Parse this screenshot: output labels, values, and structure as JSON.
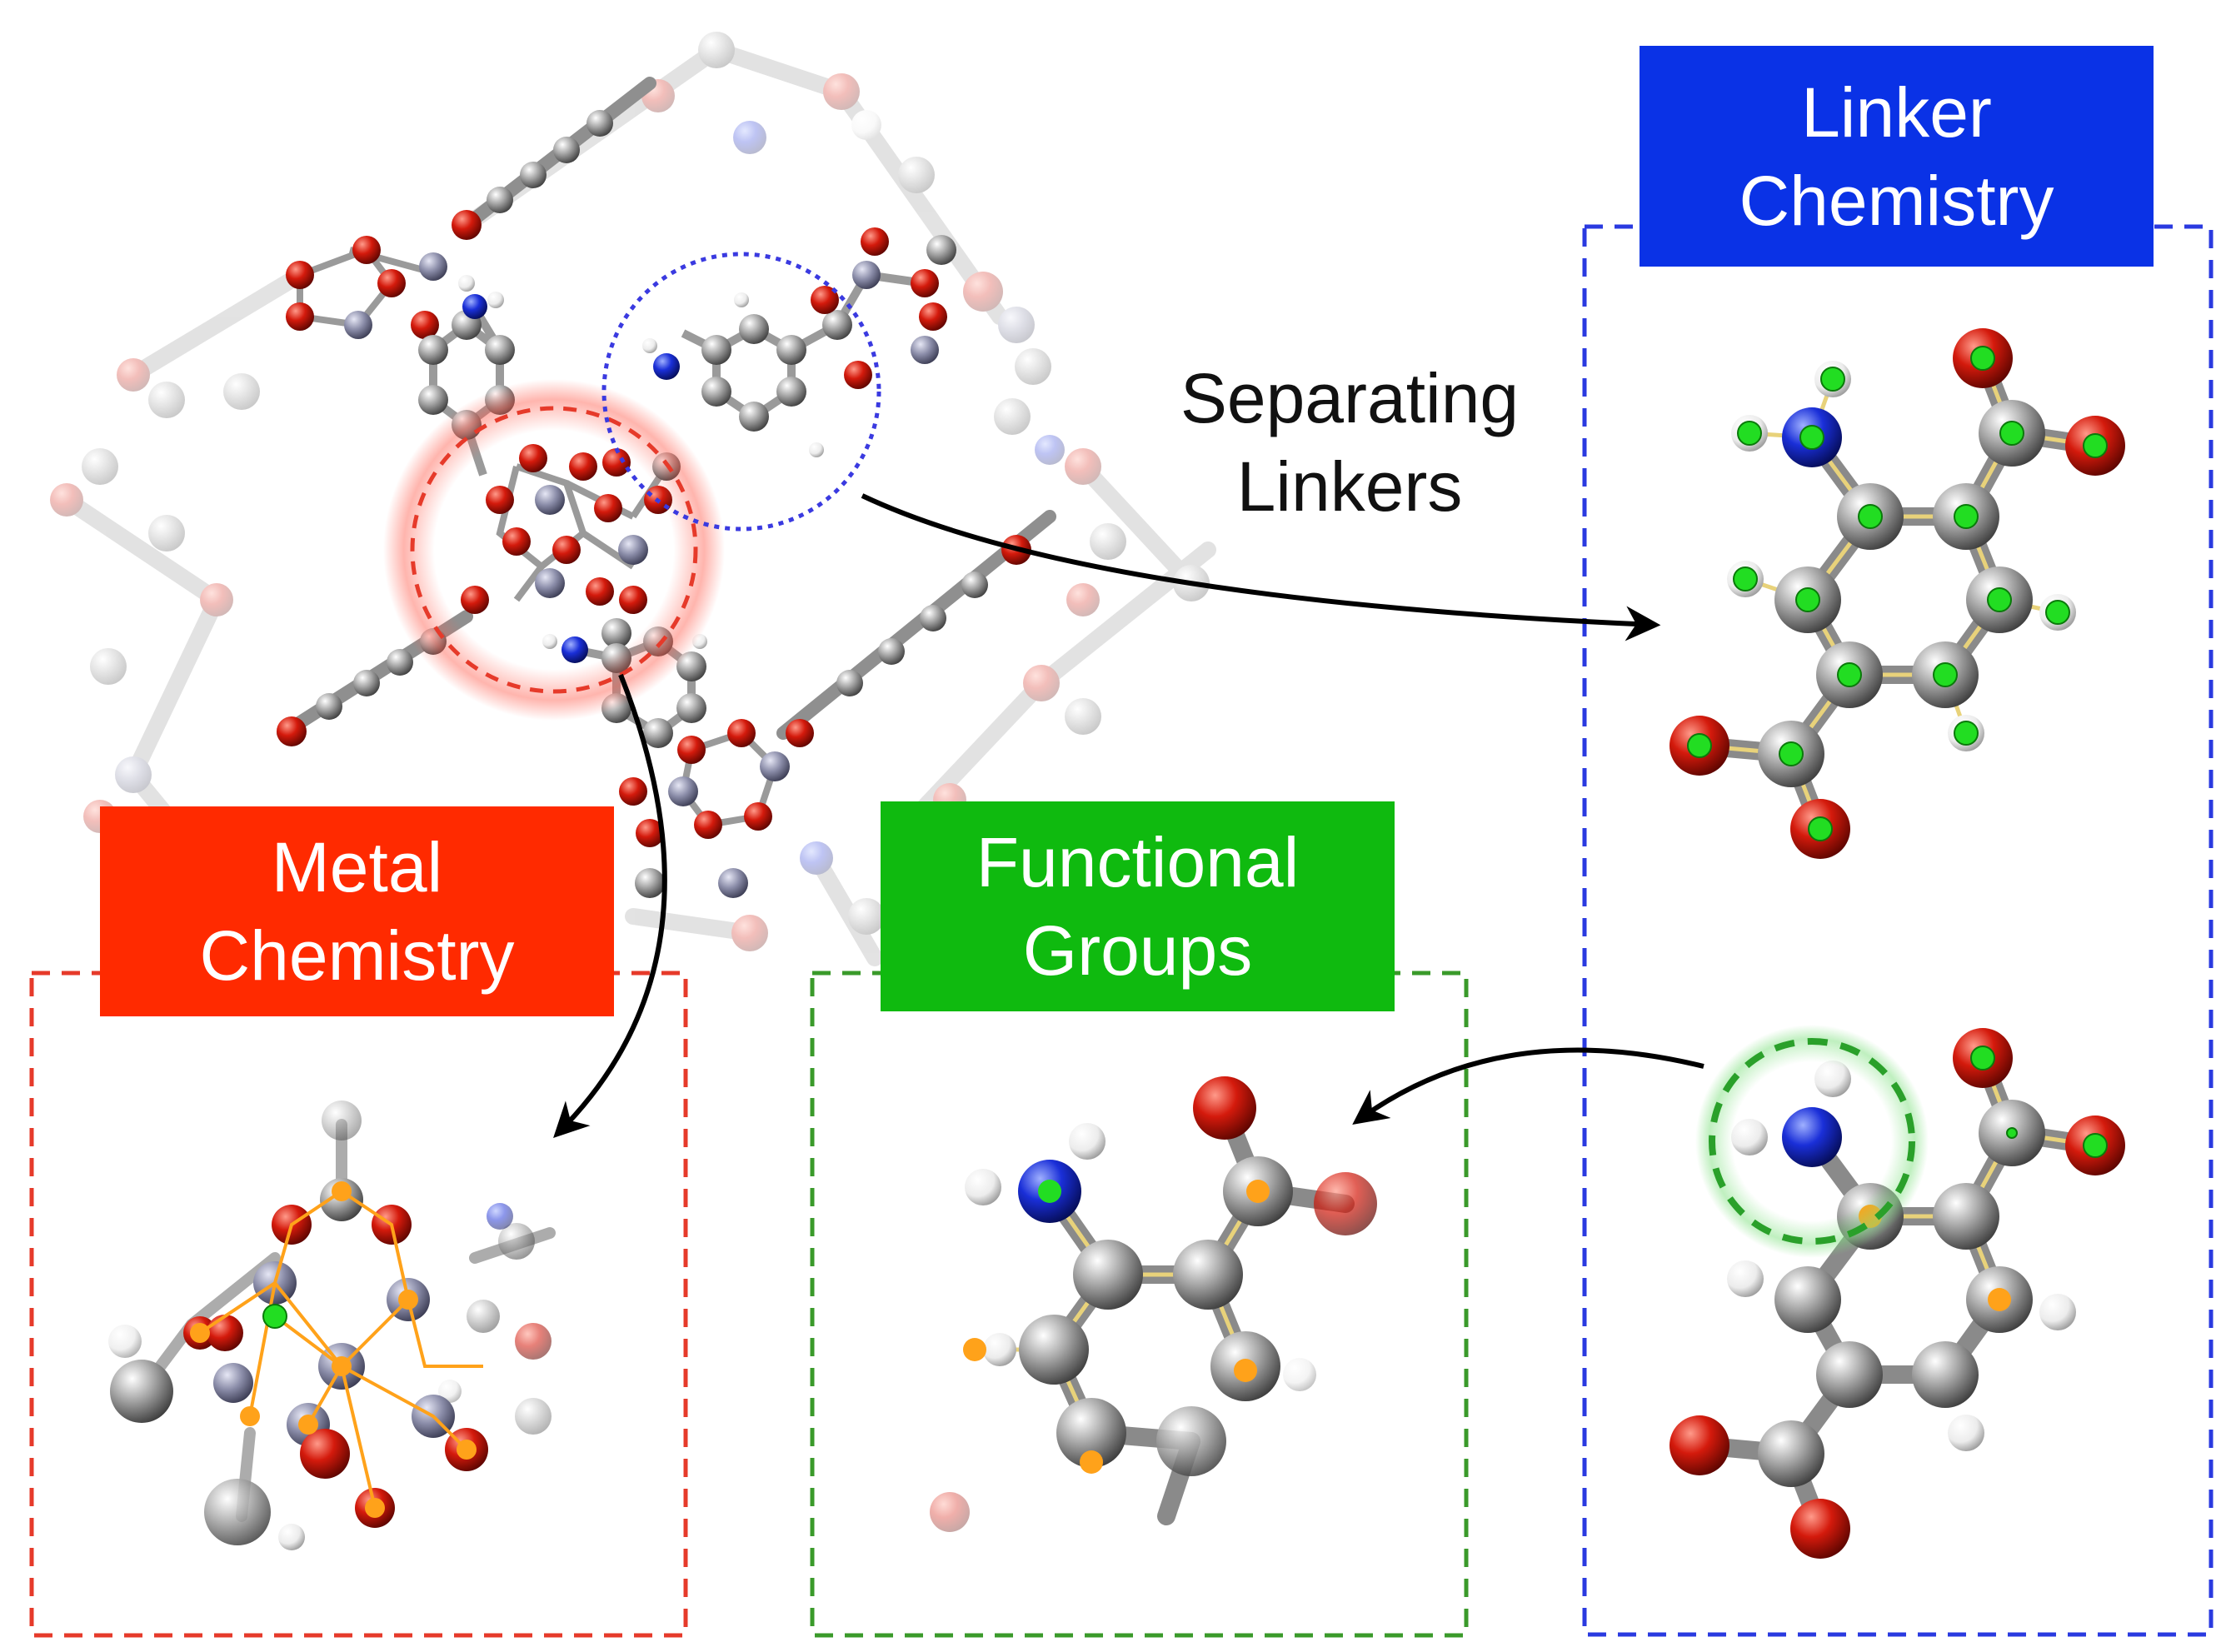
{
  "labels": {
    "linker": {
      "line1": "Linker",
      "line2": "Chemistry",
      "color": "#0a32e6"
    },
    "metal": {
      "line1": "Metal",
      "line2": "Chemistry",
      "color": "#ff2a00"
    },
    "functional": {
      "line1": "Functional",
      "line2": "Groups",
      "color": "#0fba0f"
    },
    "separating": {
      "line1": "Separating",
      "line2": "Linkers"
    }
  },
  "colors": {
    "carbon": "#8c8c8c",
    "oxygen": "#d0150a",
    "nitrogen": "#1a2fd8",
    "hydrogen": "#f2f2f2",
    "metal_node": "#8a8ca8",
    "marker_green": "#22dd22",
    "marker_orange": "#ffa21a",
    "bond_highlight": "#e8d27a",
    "arrow": "#000000"
  }
}
